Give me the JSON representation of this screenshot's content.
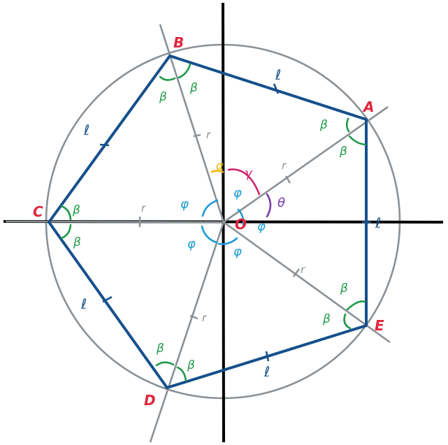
{
  "colors": {
    "axis": "#000000",
    "circle": "#8a9196",
    "radial": "#8a9196",
    "pentagon": "#15508c",
    "vertex_label": "#e0263c",
    "center_label": "#e0263c",
    "beta": "#1f9a4a",
    "phi": "#1d9ad6",
    "alpha": "#f0b400",
    "gamma": "#d0246c",
    "theta": "#7a3aa8",
    "side": "#15508c",
    "radius": "#8a9196"
  },
  "vertices": {
    "A": "A",
    "B": "B",
    "C": "C",
    "D": "D",
    "E": "E"
  },
  "center": "O",
  "symbols": {
    "side": "ℓ",
    "radius": "r",
    "beta": "β",
    "phi": "φ",
    "alpha": "α",
    "gamma": "γ",
    "theta": "θ"
  }
}
